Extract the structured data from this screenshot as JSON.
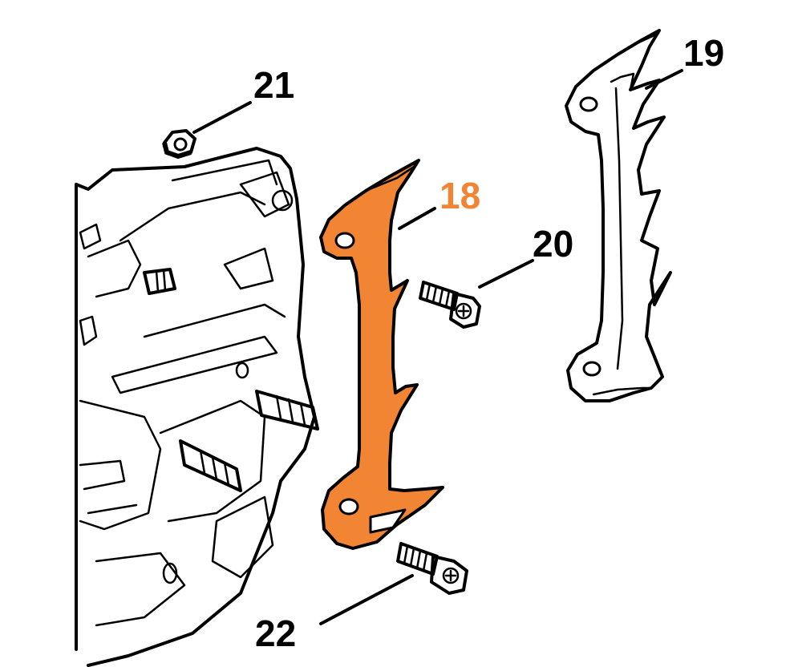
{
  "callouts": [
    {
      "id": "18",
      "label": "18",
      "highlighted": true
    },
    {
      "id": "19",
      "label": "19",
      "highlighted": false
    },
    {
      "id": "20",
      "label": "20",
      "highlighted": false
    },
    {
      "id": "21",
      "label": "21",
      "highlighted": false
    },
    {
      "id": "22",
      "label": "22",
      "highlighted": false
    }
  ],
  "colors": {
    "highlight": "#F28533",
    "ink": "#000000",
    "background": "#FFFFFF"
  }
}
